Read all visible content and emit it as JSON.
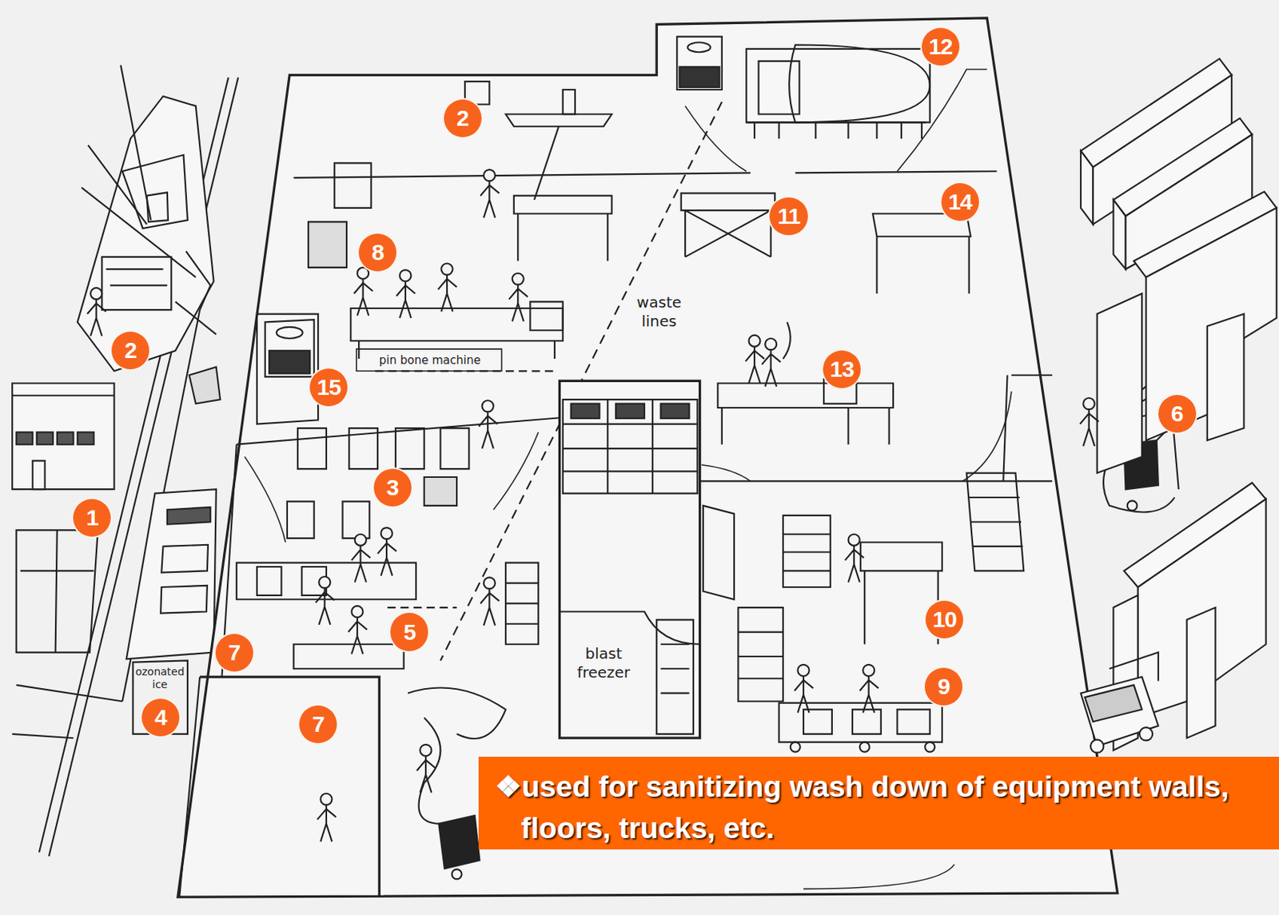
{
  "diagram": {
    "caption": "❖used for sanitizing wash down of equipment walls, floors, trucks, etc.",
    "nodes": [
      {
        "text": [
          "12"
        ]
      },
      {
        "text": [
          "2"
        ]
      },
      {
        "text": [
          "14"
        ]
      },
      {
        "text": [
          "11"
        ]
      },
      {
        "text": [
          "8"
        ]
      },
      {
        "text": [
          "2"
        ]
      },
      {
        "text": [
          "13"
        ]
      },
      {
        "text": [
          "15"
        ]
      },
      {
        "text": [
          "6"
        ]
      },
      {
        "text": [
          "3"
        ]
      },
      {
        "text": [
          "1"
        ]
      },
      {
        "text": [
          "10"
        ]
      },
      {
        "text": [
          "5"
        ]
      },
      {
        "text": [
          "7"
        ]
      },
      {
        "text": [
          "9"
        ]
      },
      {
        "text": [
          "4"
        ]
      },
      {
        "text": [
          "7"
        ]
      }
    ],
    "labels": [
      "waste lines",
      "pin bone machine",
      "ozonated ice",
      "blast freezer"
    ]
  }
}
